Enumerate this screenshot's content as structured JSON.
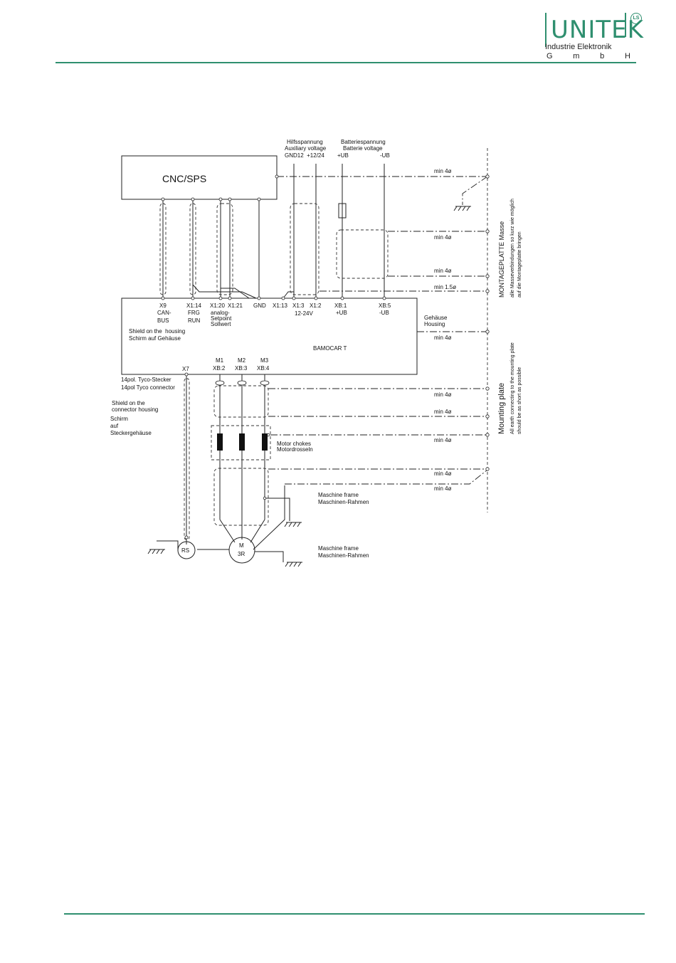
{
  "logo": {
    "name": "UNITEK",
    "badge": "LS",
    "subtitle": "Industrie Elektronik",
    "gmbh": [
      "G",
      "m",
      "b",
      "H"
    ]
  },
  "diagram": {
    "cnc_label": "CNC/SPS",
    "aux_voltage": [
      "Hilfsspannung",
      "Auxiliary voltage",
      "GND12  +12/24"
    ],
    "battery_voltage": [
      "Batteriespannung",
      "Batterie voltage",
      "+UB",
      "-UB"
    ],
    "wire_gauges": [
      "min 4ø",
      "min 4ø",
      "min 4ø",
      "min 1.5ø",
      "min 4ø",
      "min 4ø",
      "min 4ø",
      "min 4ø",
      "min 4ø",
      "min 4ø"
    ],
    "terminals": {
      "x9": [
        "X9",
        "CAN-",
        "BUS"
      ],
      "x1_14": [
        "X1:14",
        "FRG",
        "RUN"
      ],
      "x1_20": [
        "X1:20",
        "analog-",
        "Setpoint",
        "Sollwert"
      ],
      "x1_21": "X1:21",
      "gnd": "GND",
      "x1_13": "X1:13",
      "x1_3": [
        "X1:3",
        "12-24V"
      ],
      "x1_2": "X1:2",
      "xb1": [
        "XB:1",
        "+UB"
      ],
      "xb5": [
        "XB:5",
        "-UB"
      ]
    },
    "housing": [
      "Gehäuse",
      "Housing"
    ],
    "shield_housing": [
      "Shield on the  housing",
      "Schirm auf Gehäuse"
    ],
    "device_label": "BAMOCAR T",
    "x7": "X7",
    "motor_terminals": [
      [
        "M1",
        "XB:2"
      ],
      [
        "M2",
        "XB:3"
      ],
      [
        "M3",
        "XB:4"
      ]
    ],
    "tyco": [
      "14pol. Tyco-Stecker",
      "14pol Tyco connector"
    ],
    "shield_connector": [
      "Shield on the",
      "connector housing",
      "Schirm",
      "auf",
      "Steckergehäuse"
    ],
    "chokes": [
      "Motor chokes",
      "Motordrosseln"
    ],
    "frame1": [
      "Maschine frame",
      "Maschinen-Rahmen"
    ],
    "frame2": [
      "Maschine frame",
      "Maschinen-Rahmen"
    ],
    "resolver": "RS",
    "motor": [
      "M",
      "3R"
    ],
    "montageplatte": [
      "MONTAGEPLATTE Masse",
      "alle Masseverbindungen so kurz wie möglich",
      "auf die Montageplatte bringen"
    ],
    "mounting_plate": [
      "Mounting plate",
      "All earth connecting to the mounting plate",
      "should be as short as possible"
    ]
  }
}
